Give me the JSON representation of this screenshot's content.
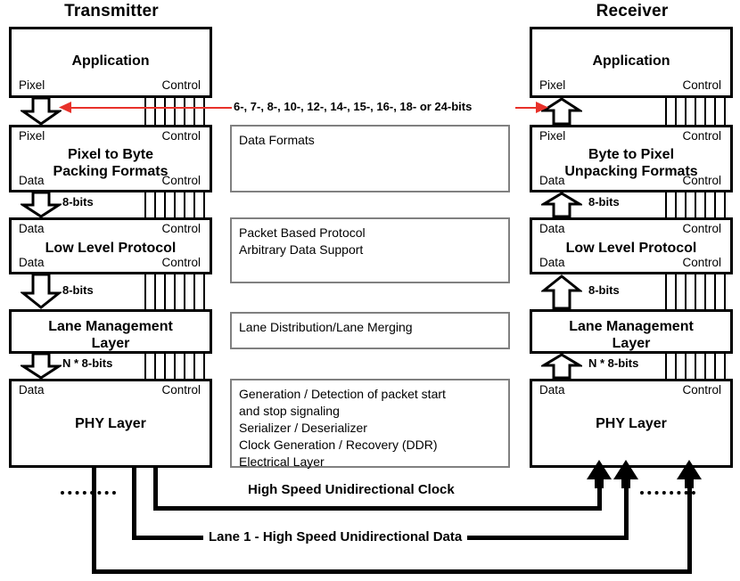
{
  "diagram": {
    "title_left": "Transmitter",
    "title_right": "Receiver"
  },
  "transmitter": {
    "layers": [
      {
        "name": "Application",
        "title": "Application",
        "bottom_left_port": "Pixel",
        "bottom_right_port": "Control"
      },
      {
        "name": "Pixel to Byte Packing Formats",
        "title": "Pixel to Byte\nPacking Formats",
        "top_left_port": "Pixel",
        "top_right_port": "Control",
        "bottom_left_port": "Data",
        "bottom_right_port": "Control"
      },
      {
        "name": "Low Level Protocol",
        "title": "Low Level Protocol",
        "top_left_port": "Data",
        "top_right_port": "Control",
        "bottom_left_port": "Data",
        "bottom_right_port": "Control"
      },
      {
        "name": "Lane Management Layer",
        "title": "Lane Management\nLayer"
      },
      {
        "name": "PHY Layer",
        "title": "PHY Layer",
        "top_left_port": "Data",
        "top_right_port": "Control"
      }
    ],
    "bus_labels": [
      "8-bits",
      "8-bits",
      "N * 8-bits"
    ]
  },
  "receiver": {
    "layers": [
      {
        "name": "Application",
        "title": "Application",
        "bottom_left_port": "Pixel",
        "bottom_right_port": "Control"
      },
      {
        "name": "Byte to Pixel Unpacking Formats",
        "title": "Byte to Pixel\nUnpacking Formats",
        "top_left_port": "Pixel",
        "top_right_port": "Control",
        "bottom_left_port": "Data",
        "bottom_right_port": "Control"
      },
      {
        "name": "Low Level Protocol",
        "title": "Low Level Protocol",
        "top_left_port": "Data",
        "top_right_port": "Control",
        "bottom_left_port": "Data",
        "bottom_right_port": "Control"
      },
      {
        "name": "Lane Management Layer",
        "title": "Lane Management\nLayer"
      },
      {
        "name": "PHY Layer",
        "title": "PHY Layer",
        "top_left_port": "Data",
        "top_right_port": "Control"
      }
    ],
    "bus_labels": [
      "8-bits",
      "8-bits",
      "N * 8-bits"
    ]
  },
  "middle_boxes": [
    {
      "name": "data-formats",
      "text": "Data Formats"
    },
    {
      "name": "low-level-protocol-desc",
      "text": "Packet Based Protocol\nArbitrary Data Support"
    },
    {
      "name": "lane-management-desc",
      "text": "Lane Distribution/Lane Merging"
    },
    {
      "name": "phy-layer-desc",
      "text": "Generation / Detection of packet start\nand stop signaling\nSerializer / Deserializer\nClock Generation / Recovery (DDR)\nElectrical Layer"
    }
  ],
  "annotation": {
    "bit_widths_text": "6-, 7-, 8-, 10-, 12-, 14-, 15-, 16-, 18- or 24-bits",
    "color": "#e8312a"
  },
  "links": {
    "clock_label": "High Speed Unidirectional Clock",
    "data_label": "Lane 1 - High Speed Unidirectional Data"
  }
}
